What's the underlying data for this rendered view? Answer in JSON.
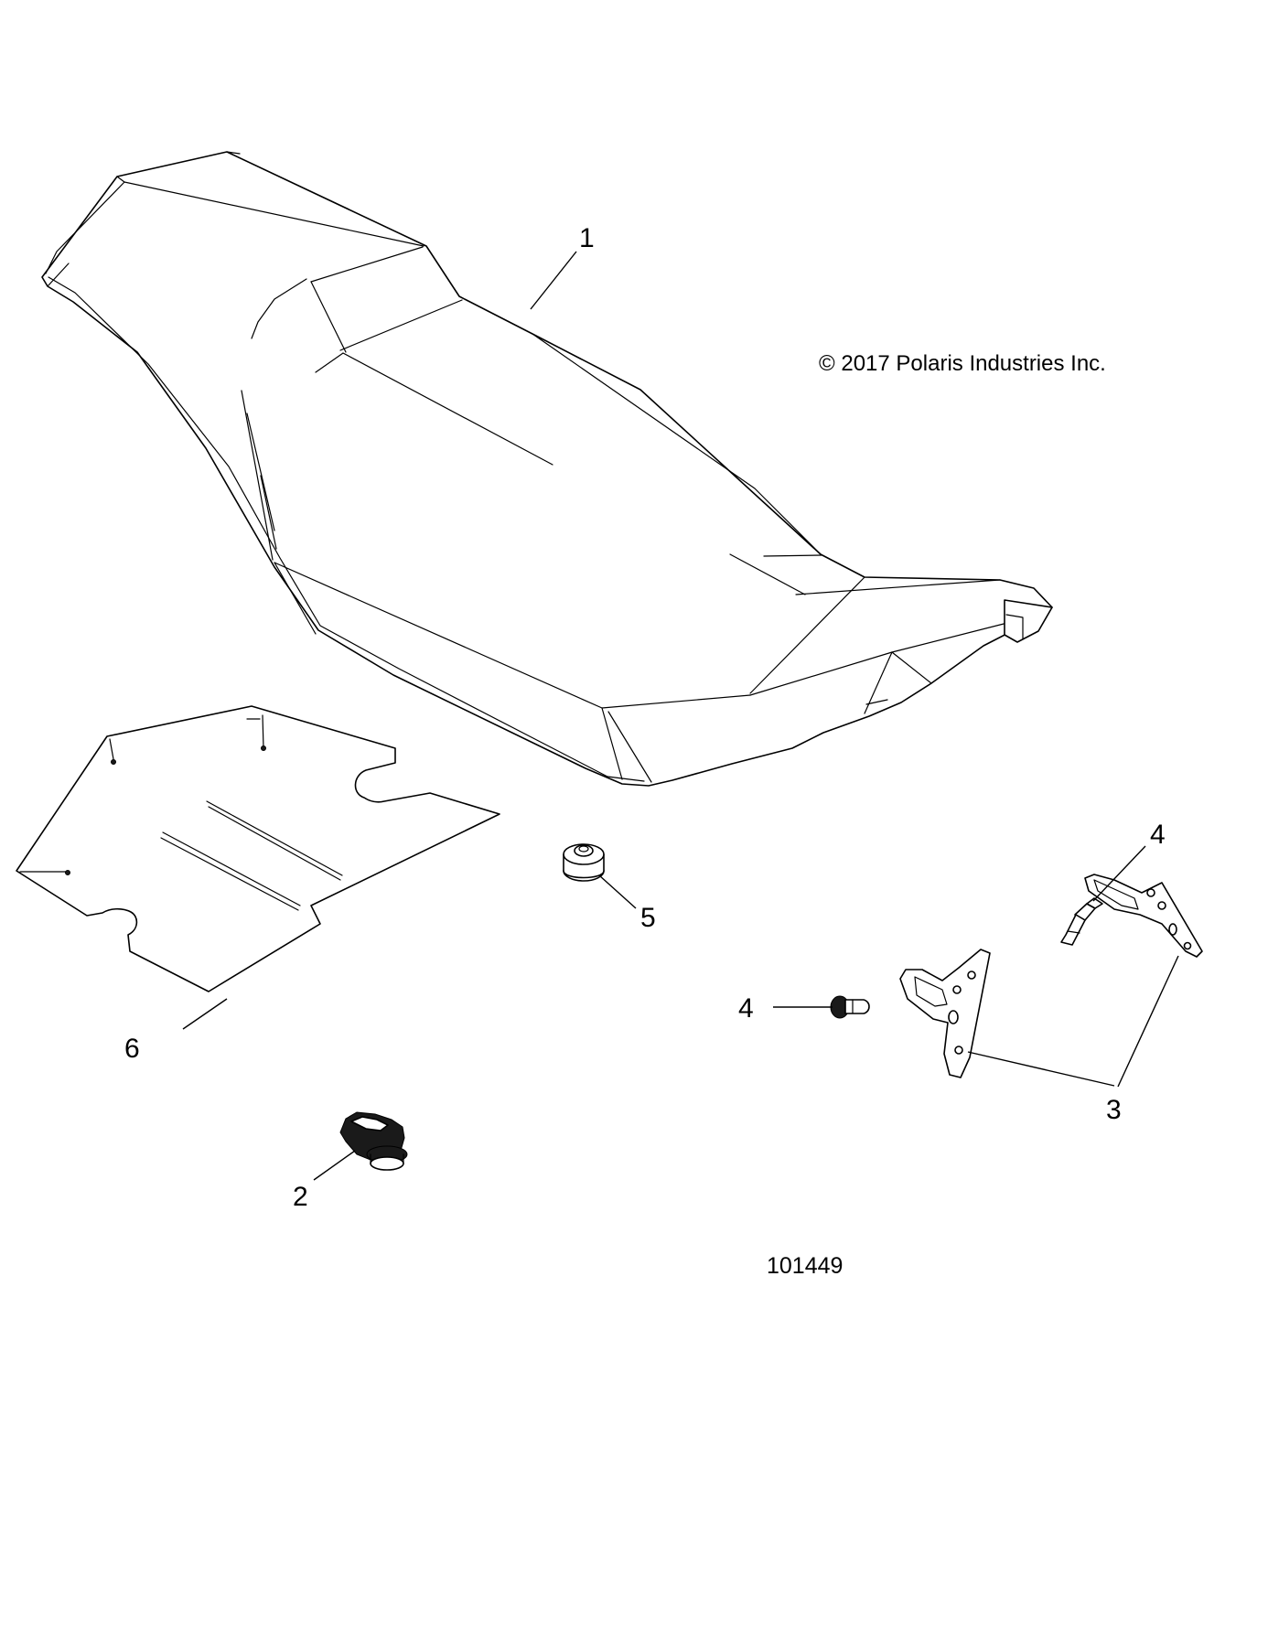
{
  "copyright": "© 2017 Polaris Industries Inc.",
  "diagram_number": "101449",
  "callouts": {
    "seat": "1",
    "latch": "2",
    "hinge_brackets": "3",
    "screw_upper": "4",
    "screw_lower": "4",
    "bumper": "5",
    "mat": "6"
  },
  "parts": [
    {
      "id": "1",
      "name": "seat-assembly"
    },
    {
      "id": "2",
      "name": "seat-latch"
    },
    {
      "id": "3",
      "name": "seat-hinge-bracket"
    },
    {
      "id": "4",
      "name": "screw"
    },
    {
      "id": "5",
      "name": "rubber-bumper"
    },
    {
      "id": "6",
      "name": "seat-base-pad"
    }
  ]
}
